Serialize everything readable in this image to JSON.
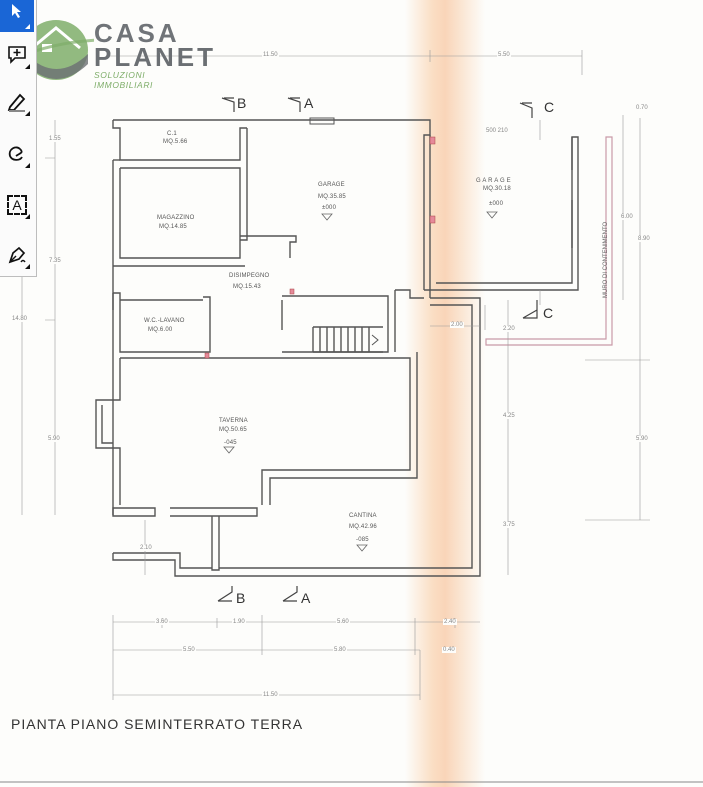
{
  "toolbar": {
    "tools": [
      {
        "name": "select-tool",
        "icon": "cursor-arrow-icon",
        "active": true
      },
      {
        "name": "add-comment-tool",
        "icon": "comment-plus-icon",
        "active": false
      },
      {
        "name": "highlight-tool",
        "icon": "highlighter-icon",
        "active": false
      },
      {
        "name": "draw-tool",
        "icon": "freehand-loop-icon",
        "active": false
      },
      {
        "name": "text-box-tool",
        "icon": "text-box-icon",
        "glyph": "A",
        "active": false
      },
      {
        "name": "signature-tool",
        "icon": "pen-sign-icon",
        "active": false
      }
    ]
  },
  "logo": {
    "line1": "CASA",
    "line2": "PLANET",
    "tagline": "SOLUZIONI IMMOBILIARI",
    "colors": {
      "green": "#7fae6a",
      "gray": "#6b6f73"
    }
  },
  "plan": {
    "title": "PIANTA PIANO SEMINTERRATO TERRA",
    "rooms": [
      {
        "name": "C.1",
        "area": "MQ.5.66"
      },
      {
        "name": "MAGAZZINO",
        "area": "MQ.14.85"
      },
      {
        "name": "GARAGE",
        "area": "MQ.35.85",
        "level": "±000"
      },
      {
        "name": "DISIMPEGNO",
        "area": "MQ.15.43"
      },
      {
        "name": "W.C.-LAVANO",
        "area": "MQ.6.00"
      },
      {
        "name": "TAVERNA",
        "area": "MQ.50.65",
        "level": "-045"
      },
      {
        "name": "CANTINA",
        "area": "MQ.42.96",
        "level": "-085"
      },
      {
        "name": "G A R A G E",
        "area": "MQ.30.18",
        "level": "±000"
      }
    ],
    "section_marks": {
      "b_top": "B",
      "a_top": "A",
      "c_top": "C",
      "c_bottom": "C",
      "b_bottom": "B",
      "a_bottom": "A"
    },
    "retaining_wall": "MURO DI CONTENIMENTO",
    "dimensions": {
      "top_main": "11.50",
      "top_right": "5.50",
      "garage_note": "500 210",
      "right_small": "0.70",
      "right_600": "6.00",
      "right_890": "8.90",
      "mid_200": "2.00",
      "mid_220": "2.20",
      "right_425": "4.25",
      "right_375": "3.75",
      "right_590": "5.90",
      "left_155": "1.55",
      "left_735": "7.35",
      "left_1480": "14.80",
      "left_590": "5.90",
      "left_210": "2.10",
      "bottom_row1": [
        "3.60",
        "1.90",
        "5.60",
        "2.40"
      ],
      "bottom_row2": [
        "5.50",
        "5.80",
        "0.40"
      ],
      "bottom_total": "11.50"
    }
  }
}
